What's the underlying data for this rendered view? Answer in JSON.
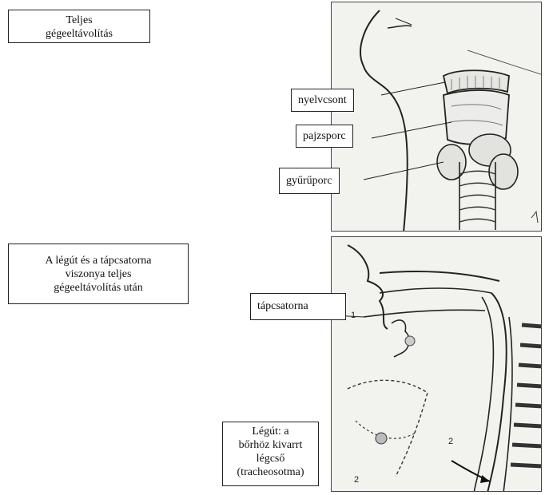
{
  "title_box": {
    "lines": [
      "Teljes",
      "gégeeltávolítás"
    ]
  },
  "caption_box": {
    "lines": [
      "A légút és a tápcsatorna",
      "viszonya teljes",
      "gégeeltávolítás után"
    ]
  },
  "top_figure": {
    "labels": [
      "nyelvcsont",
      "pajzsporc",
      "gyűrűporc"
    ]
  },
  "bottom_figure": {
    "label_food": "tápcsatorna",
    "label_air_lines": [
      "Légút: a",
      "bőrhöz kivarrt",
      "légcső",
      "(tracheosotma)"
    ],
    "markers": {
      "one": "1",
      "two_a": "2",
      "two_b": "2"
    }
  }
}
